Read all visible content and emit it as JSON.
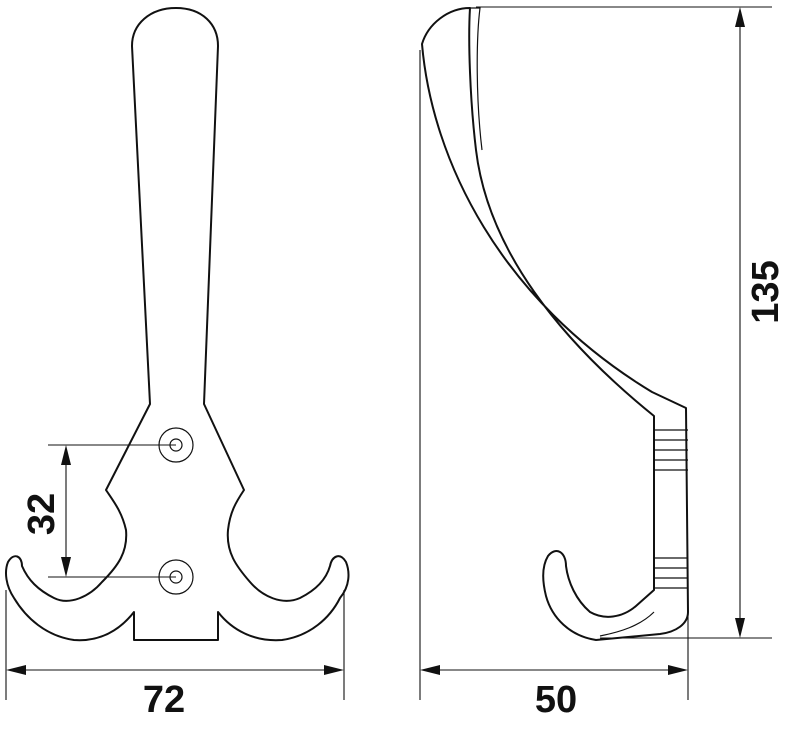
{
  "colors": {
    "stroke": "#111111",
    "background": "#ffffff"
  },
  "dimensions": {
    "hole_spacing": "32",
    "front_width": "72",
    "side_depth": "50",
    "height": "135"
  }
}
